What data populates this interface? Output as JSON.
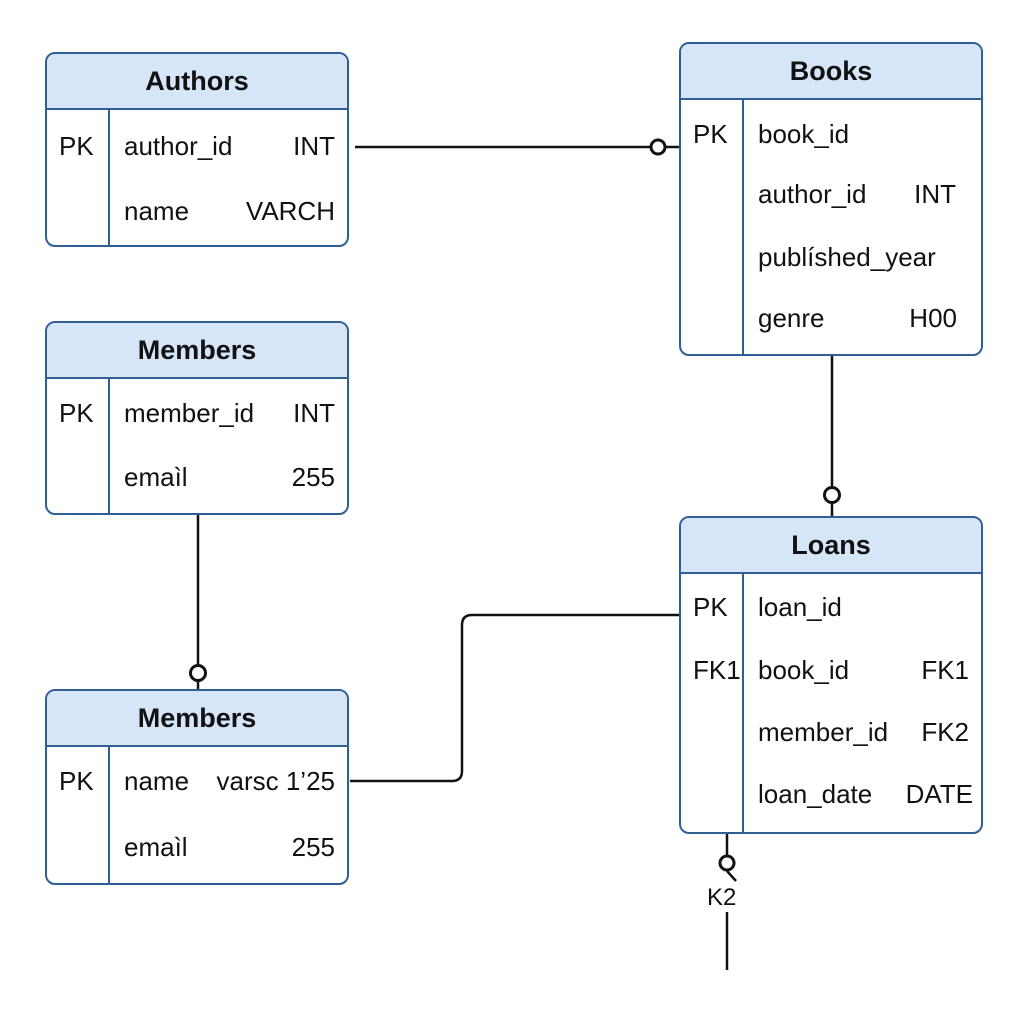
{
  "entities": {
    "authors": {
      "title": "Authors",
      "rows": [
        {
          "key": "PK",
          "name": "author_id",
          "type": "INT"
        },
        {
          "key": "",
          "name": "name",
          "type": "VARCH"
        }
      ]
    },
    "books": {
      "title": "Books",
      "rows": [
        {
          "key": "PK",
          "name": "book_id",
          "type": ""
        },
        {
          "key": "",
          "name": "author_id",
          "type": "INT"
        },
        {
          "key": "",
          "name": "publíshed_year",
          "type": ""
        },
        {
          "key": "",
          "name": "genre",
          "type": "H00"
        }
      ]
    },
    "members_top": {
      "title": "Members",
      "rows": [
        {
          "key": "PK",
          "name": "member_id",
          "type": "INT"
        },
        {
          "key": "",
          "name": "emaìl",
          "type": "255"
        }
      ]
    },
    "members_bottom": {
      "title": "Members",
      "rows": [
        {
          "key": "PK",
          "name": "name",
          "type": "varsc 1’25"
        },
        {
          "key": "",
          "name": "emaìl",
          "type": "255"
        }
      ]
    },
    "loans": {
      "title": "Loans",
      "rows": [
        {
          "key": "PK",
          "name": "loan_id",
          "type": ""
        },
        {
          "key": "FK1",
          "name": "book_id",
          "type": "FK1"
        },
        {
          "key": "",
          "name": "member_id",
          "type": "FK2"
        },
        {
          "key": "",
          "name": "loan_date",
          "type": "DATE"
        }
      ]
    }
  },
  "edge_labels": {
    "loans_down": "K2"
  },
  "colors": {
    "border": "#2f5f95",
    "header_fill": "#d6e6f8",
    "line": "#111111"
  }
}
